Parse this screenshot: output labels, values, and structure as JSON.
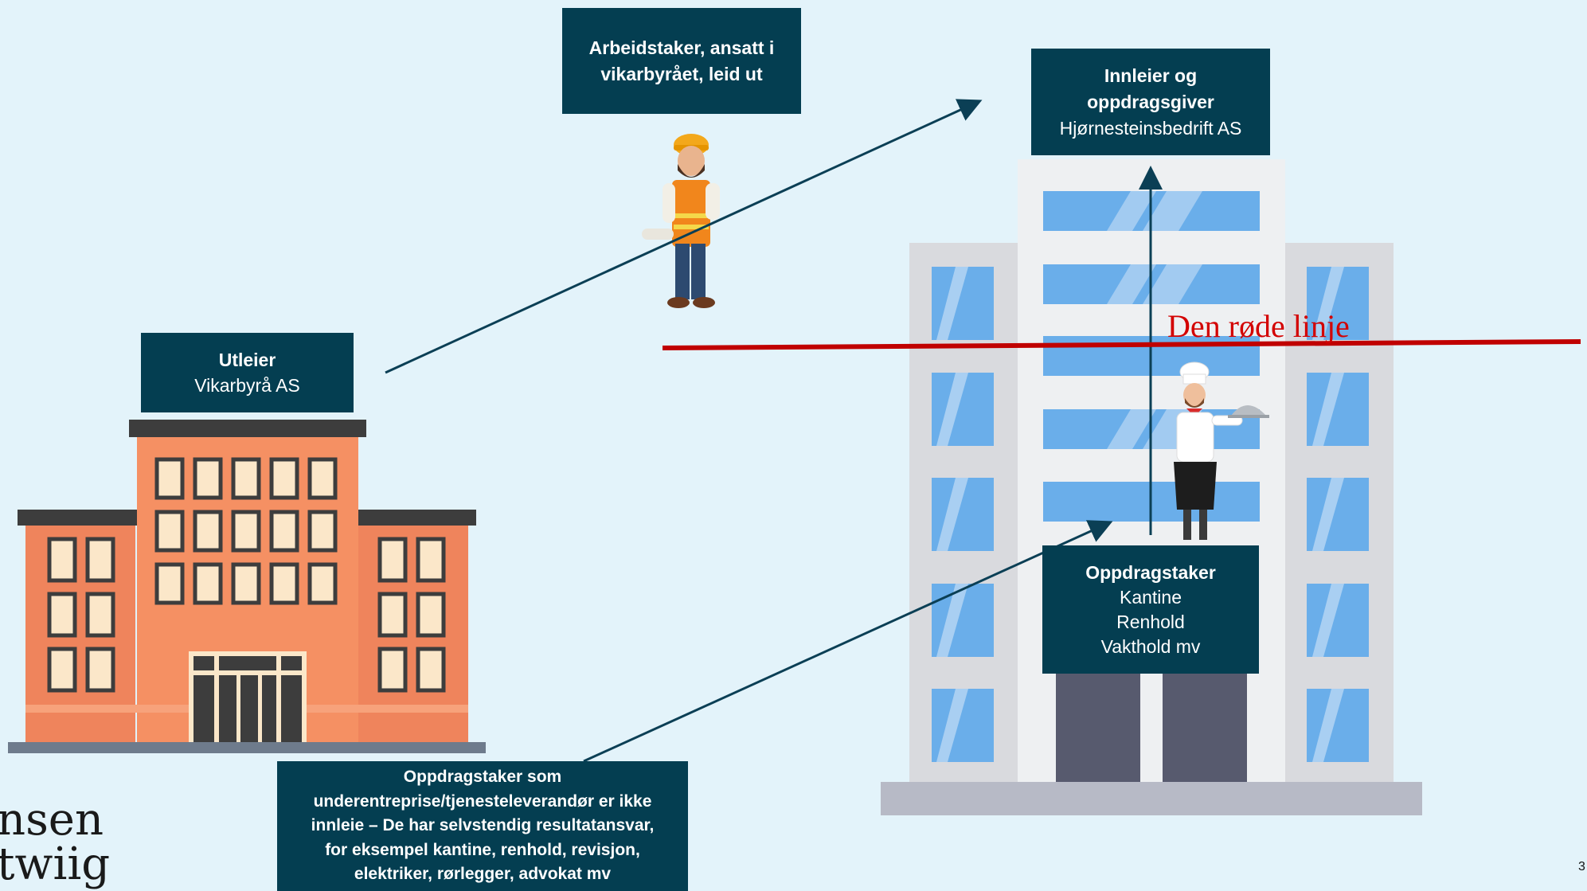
{
  "boxes": {
    "worker": {
      "line1": "Arbeidstaker, ansatt i",
      "line2": "vikarbyrået, leid ut"
    },
    "client": {
      "line1": "Innleier og",
      "line2": "oppdragsgiver",
      "sub": "Hjørnesteinsbedrift AS"
    },
    "lessor": {
      "title": "Utleier",
      "sub": "Vikarbyrå AS"
    },
    "contractor": {
      "title": "Oppdragstaker",
      "items": [
        "Kantine",
        "Renhold",
        "Vakthold mv"
      ]
    },
    "subcontractor": {
      "lines": [
        "Oppdragstaker som",
        "underentreprise/tjenesteleverandør er ikke",
        "innleie – De har selvstendig resultatansvar,",
        "for eksempel kantine, renhold, revisjon,",
        "elektriker, rørlegger, advokat mv"
      ]
    }
  },
  "red_line_label": "Den røde linje",
  "logo": {
    "line1": "nsen",
    "line2": "twiig"
  },
  "page_number": "3",
  "colors": {
    "box": "#043e51",
    "red_line": "#c00000",
    "background": "#e3f3fa",
    "arrow": "#0b3f55"
  }
}
